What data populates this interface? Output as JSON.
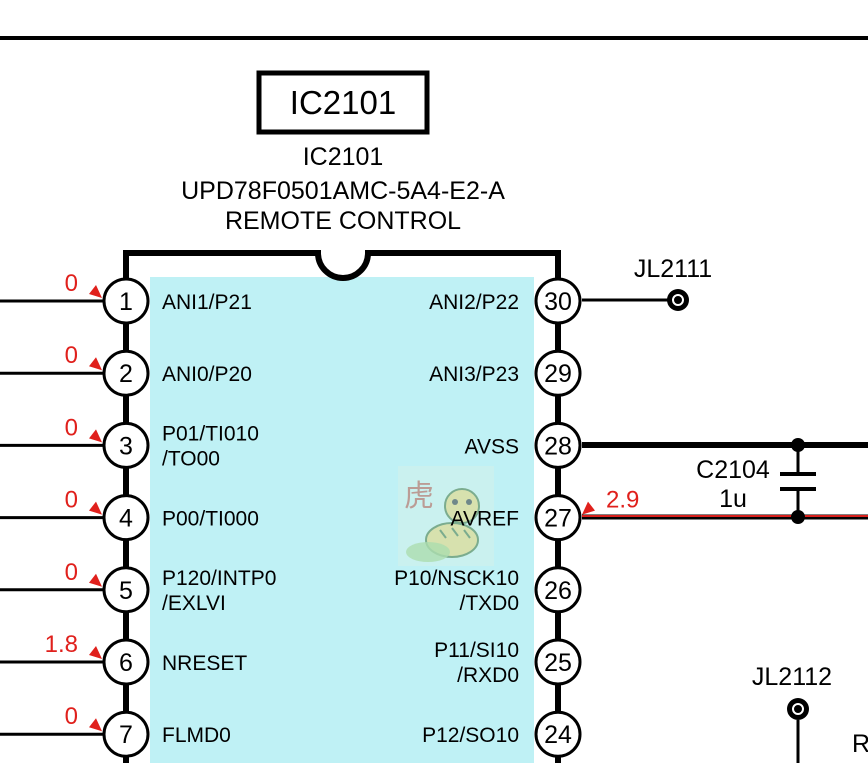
{
  "ic": {
    "box_label": "IC2101",
    "ref": "IC2101",
    "part_number": "UPD78F0501AMC-5A4-E2-A",
    "function": "REMOTE CONTROL"
  },
  "left_pins": [
    {
      "num": "1",
      "name": [
        "ANI1/P21"
      ],
      "voltage": "0"
    },
    {
      "num": "2",
      "name": [
        "ANI0/P20"
      ],
      "voltage": "0"
    },
    {
      "num": "3",
      "name": [
        "P01/TI010",
        "/TO00"
      ],
      "voltage": "0"
    },
    {
      "num": "4",
      "name": [
        "P00/TI000"
      ],
      "voltage": "0"
    },
    {
      "num": "5",
      "name": [
        "P120/INTP0",
        "/EXLVI"
      ],
      "voltage": "0"
    },
    {
      "num": "6",
      "name": [
        "NRESET"
      ],
      "voltage": "1.8"
    },
    {
      "num": "7",
      "name": [
        "FLMD0"
      ],
      "voltage": "0"
    }
  ],
  "right_pins": [
    {
      "num": "30",
      "name": [
        "ANI2/P22"
      ],
      "voltage": ""
    },
    {
      "num": "29",
      "name": [
        "ANI3/P23"
      ],
      "voltage": ""
    },
    {
      "num": "28",
      "name": [
        "AVSS"
      ],
      "voltage": ""
    },
    {
      "num": "27",
      "name": [
        "AVREF"
      ],
      "voltage": "2.9"
    },
    {
      "num": "26",
      "name": [
        "P10/NSCK10",
        "/TXD0"
      ],
      "voltage": ""
    },
    {
      "num": "25",
      "name": [
        "P11/SI10",
        "/RXD0"
      ],
      "voltage": ""
    },
    {
      "num": "24",
      "name": [
        "P12/SO10"
      ],
      "voltage": ""
    }
  ],
  "components": {
    "jl2111": "JL2111",
    "jl2112": "JL2112",
    "c2104_ref": "C2104",
    "c2104_value": "1u",
    "edge_label": "R"
  },
  "colors": {
    "ic_body": "#bff1f5",
    "voltage_text": "#e0201c",
    "red_net": "#d8201c"
  }
}
